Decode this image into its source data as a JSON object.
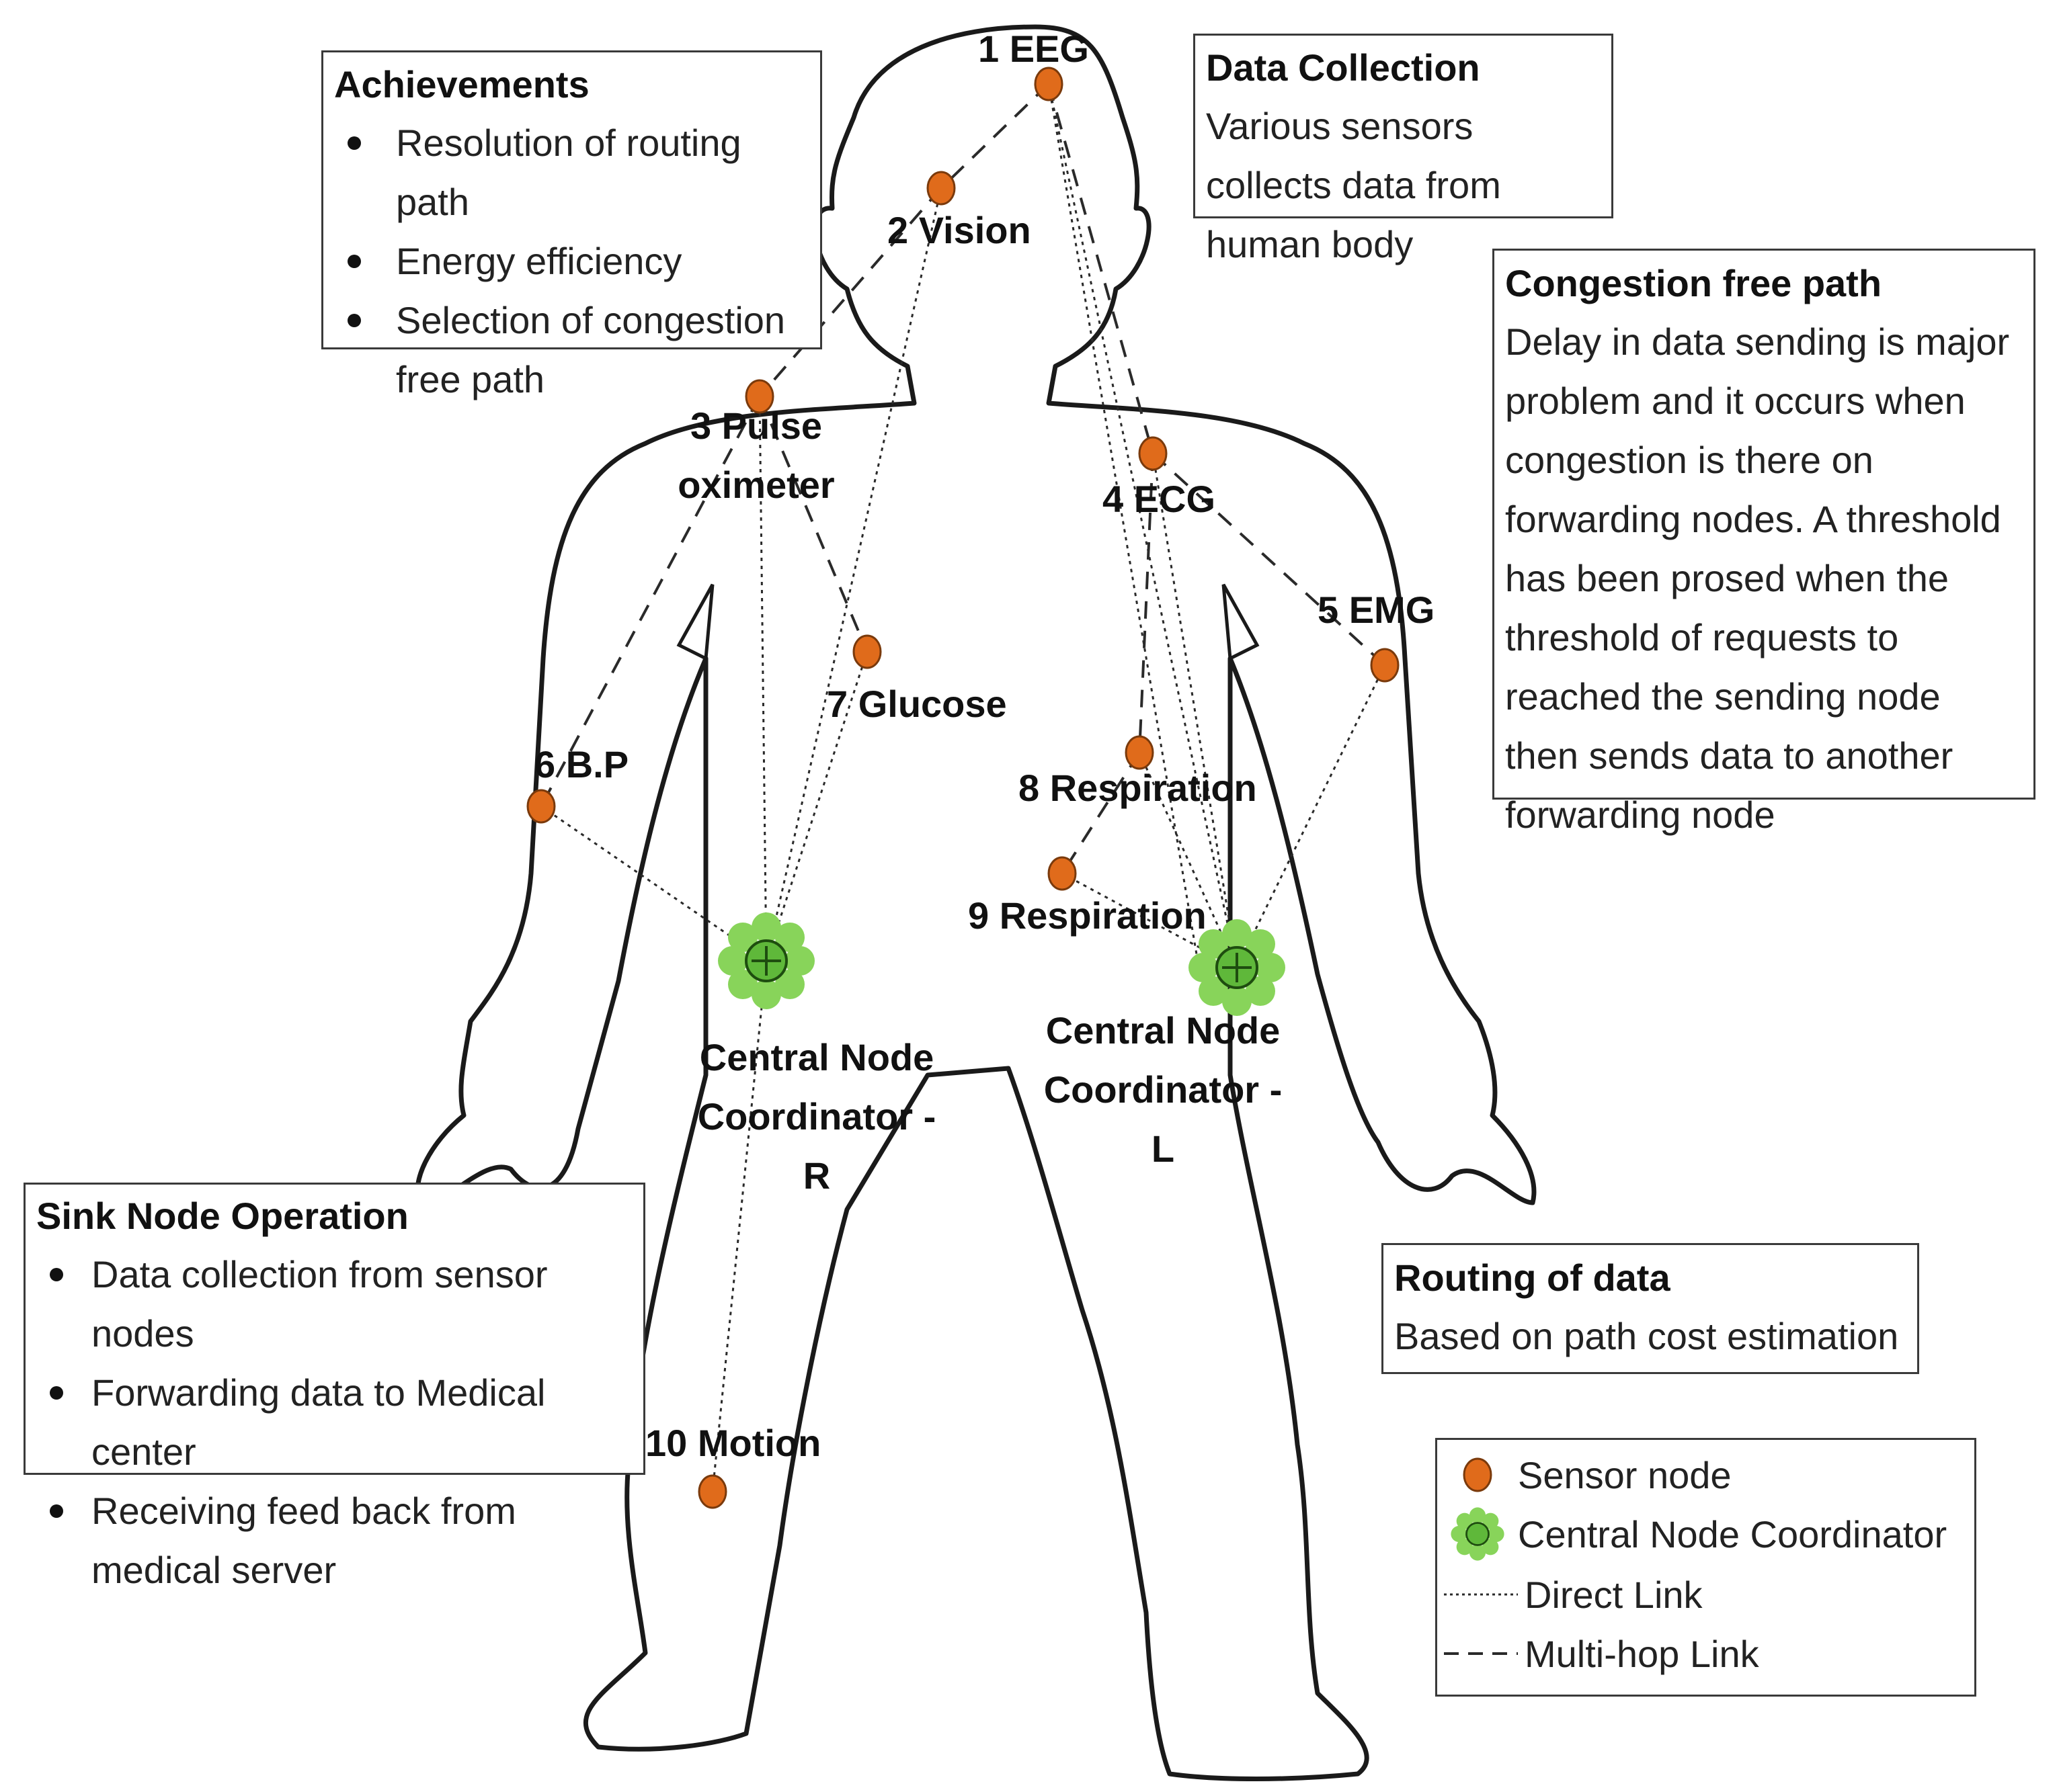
{
  "boxes": {
    "achievements": {
      "title": "Achievements",
      "items": [
        "Resolution of routing path",
        "Energy efficiency",
        "Selection of congestion free path"
      ]
    },
    "data_collection": {
      "title": "Data Collection",
      "text": "Various sensors collects data from human body"
    },
    "congestion": {
      "title": "Congestion free path",
      "text": "Delay in data sending is major problem and it occurs when congestion is there on forwarding nodes. A threshold has been prosed when the threshold of requests to reached the sending node then sends data to another forwarding node"
    },
    "sink": {
      "title": "Sink Node Operation",
      "items": [
        "Data collection from sensor nodes",
        "Forwarding data to Medical center",
        "Receiving feed back from medical server"
      ]
    },
    "routing": {
      "title": "Routing of data",
      "text": "Based on path cost estimation"
    }
  },
  "nodes": {
    "eeg": "1 EEG",
    "vision": "2 Vision",
    "pulse": "3 Pulse oximeter",
    "ecg": "4 ECG",
    "emg": "5 EMG",
    "bp": "6 B.P",
    "glucose": "7 Glucose",
    "resp8": "8 Respiration",
    "resp9": "9 Respiration",
    "motion": "10 Motion"
  },
  "coordinators": {
    "right": "Central Node Coordinator - R",
    "left": "Central Node Coordinator - L"
  },
  "legend": {
    "sensor": "Sensor node",
    "coordinator": "Central Node Coordinator",
    "direct": "Direct Link",
    "multihop": "Multi-hop Link"
  },
  "colors": {
    "sensor_node": "#e06b1b",
    "coordinator": "#7fcf4a",
    "body_outline": "#1a1a1a"
  }
}
